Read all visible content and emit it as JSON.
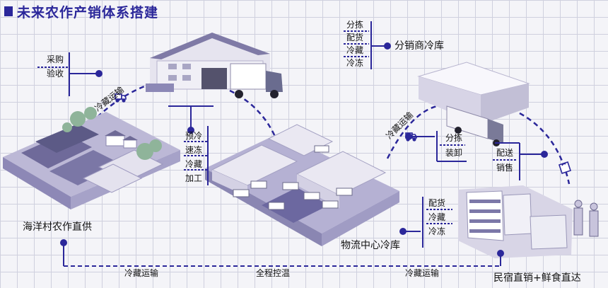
{
  "title": "未来农作产销体系搭建",
  "colors": {
    "accent": "#2b279a",
    "accent_light": "#b9b6e8",
    "building": "#dcdae6",
    "field_green": "#8fb49a"
  },
  "icons": [
    "truck-icon",
    "truck-icon",
    "delivery-bag-icon"
  ],
  "nodes": {
    "farm": {
      "label": "海洋村农作直供"
    },
    "warehouse": {
      "label": "物流中心冷库"
    },
    "distributor": {
      "label": "分销商冷库"
    },
    "retail": {
      "label": "民宿直销+鲜食直达"
    }
  },
  "groups": {
    "farm_ops": [
      "采购",
      "验收"
    ],
    "warehouse_top": [
      "预冷",
      "速冻",
      "冷藏",
      "加工"
    ],
    "warehouse_side": [
      "配货",
      "冷藏",
      "冷冻"
    ],
    "distributor_ops": [
      "分拣",
      "配货",
      "冷藏",
      "冷冻"
    ],
    "distributor_unload": [
      "分拣",
      "装卸"
    ],
    "retail_ops": [
      "配送",
      "销售"
    ]
  },
  "routes": {
    "farm_to_warehouse": "冷藏运输",
    "warehouse_to_distributor": "冷藏运输"
  },
  "bottom_line": [
    "冷藏运输",
    "全程控温",
    "冷藏运输"
  ]
}
